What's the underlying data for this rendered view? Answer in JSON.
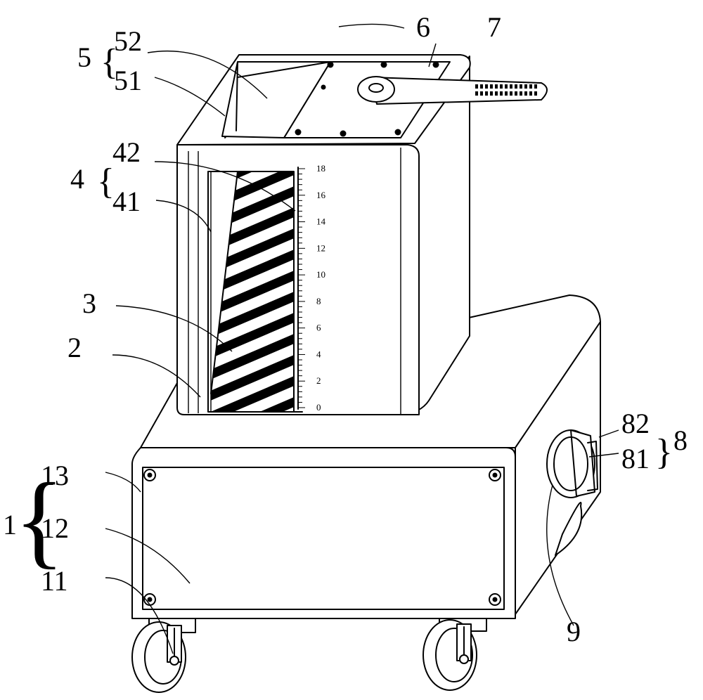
{
  "figure": {
    "labels": {
      "l1": "1",
      "l11": "11",
      "l12": "12",
      "l13": "13",
      "l2": "2",
      "l3": "3",
      "l4": "4",
      "l41": "41",
      "l42": "42",
      "l5": "5",
      "l51": "51",
      "l52": "52",
      "l6": "6",
      "l7": "7",
      "l8": "8",
      "l81": "81",
      "l82": "82",
      "l9": "9"
    },
    "scale_ticks": [
      "18",
      "16",
      "14",
      "12",
      "10",
      "8",
      "6",
      "4",
      "2",
      "0"
    ],
    "handle_marking": "pattern"
  }
}
